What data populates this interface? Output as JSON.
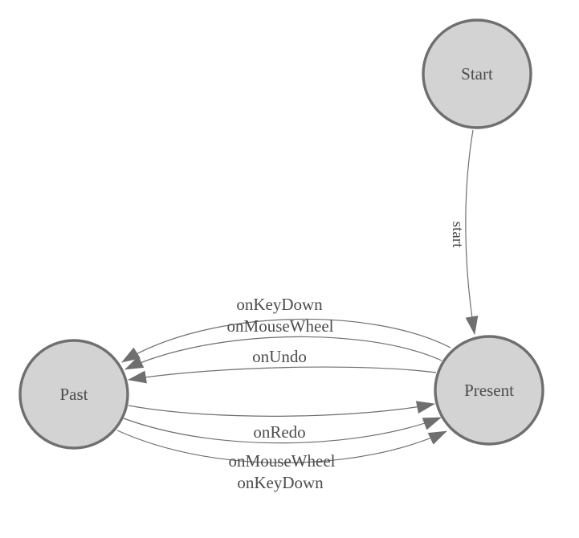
{
  "diagram": {
    "type": "state-machine",
    "colors": {
      "background": "#ffffff",
      "node_fill": "#d3d3d3",
      "node_stroke": "#6f6f6f",
      "edge_color": "#6f6f6f",
      "text_color": "#4c4c4c"
    },
    "nodes": [
      {
        "id": "start",
        "label": "Start"
      },
      {
        "id": "present",
        "label": "Present"
      },
      {
        "id": "past",
        "label": "Past"
      }
    ],
    "edges": [
      {
        "from": "Start",
        "to": "Present",
        "label": "start"
      },
      {
        "from": "Present",
        "to": "Past",
        "label": "onKeyDown"
      },
      {
        "from": "Present",
        "to": "Past",
        "label": "onMouseWheel"
      },
      {
        "from": "Present",
        "to": "Past",
        "label": "onUndo"
      },
      {
        "from": "Past",
        "to": "Present",
        "label": "onRedo"
      },
      {
        "from": "Past",
        "to": "Present",
        "label": "onMouseWheel"
      },
      {
        "from": "Past",
        "to": "Present",
        "label": "onKeyDown"
      }
    ]
  }
}
